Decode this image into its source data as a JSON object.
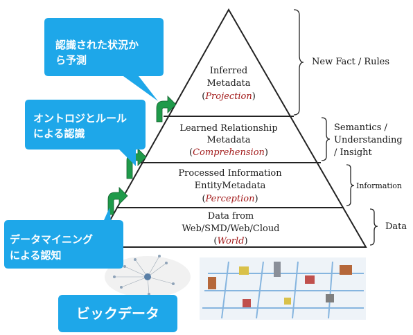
{
  "levels": [
    {
      "line1": "Inferred",
      "line2": "Metadata",
      "open": "(",
      "italic": "Projection",
      "close": ")"
    },
    {
      "line1": "Learned Relationship",
      "line2": "Metadata",
      "open": "(",
      "italic": "Comprehension",
      "close": ")"
    },
    {
      "line1": "Processed Information",
      "line2": "EntityMetadata",
      "open": "(",
      "italic": "Perception",
      "close": ")"
    },
    {
      "line1": "Data from",
      "line2": "Web/SMD/Web/Cloud",
      "open": "(",
      "italic": "World",
      "close": ")"
    }
  ],
  "brackets": [
    {
      "lines": [
        "New Fact / Rules"
      ]
    },
    {
      "lines": [
        "Semantics /",
        "Understanding",
        "/ Insight"
      ]
    },
    {
      "lines": [
        "Information"
      ]
    },
    {
      "lines": [
        "Data"
      ]
    }
  ],
  "callouts": [
    {
      "lines": [
        "認識された状況か",
        "ら予測"
      ]
    },
    {
      "lines": [
        "オントロジとルール",
        "による認識"
      ]
    },
    {
      "lines": [
        "データマイニング",
        "による認知"
      ]
    },
    {
      "lines": [
        "ビックデータ"
      ]
    }
  ],
  "colors": {
    "callout_blue": "#1ea7e9",
    "arrow_green": "#1f9a4a",
    "italic_red": "#a21a1a"
  }
}
